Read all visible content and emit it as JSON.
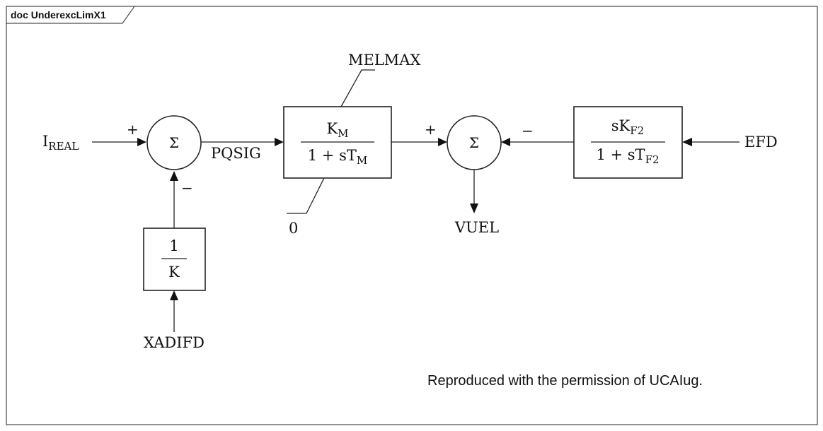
{
  "frame": {
    "title": "doc UnderexcLimX1"
  },
  "note": "Reproduced with the permission of UCAIug.",
  "inputs": {
    "ireal": {
      "main": "I",
      "sub": "REAL"
    },
    "xadifd": "XADIFD",
    "efd": "EFD"
  },
  "output": "VUEL",
  "signal": "PQSIG",
  "limits": {
    "max": "MELMAX",
    "min": "0"
  },
  "summers": {
    "symbol": "Σ"
  },
  "signs": {
    "sum1_in_left": "+",
    "sum1_in_bottom": "−",
    "sum2_in_left": "+",
    "sum2_in_right": "−"
  },
  "blocks": {
    "gain_k": {
      "numerator": "1",
      "denominator": "K"
    },
    "lag_m": {
      "num_main": "K",
      "num_sub": "M",
      "den_pre": "1 + sT",
      "den_sub": "M"
    },
    "washout_f2": {
      "num_pre": "sK",
      "num_sub": "F2",
      "den_pre": "1 + sT",
      "den_sub": "F2"
    }
  }
}
